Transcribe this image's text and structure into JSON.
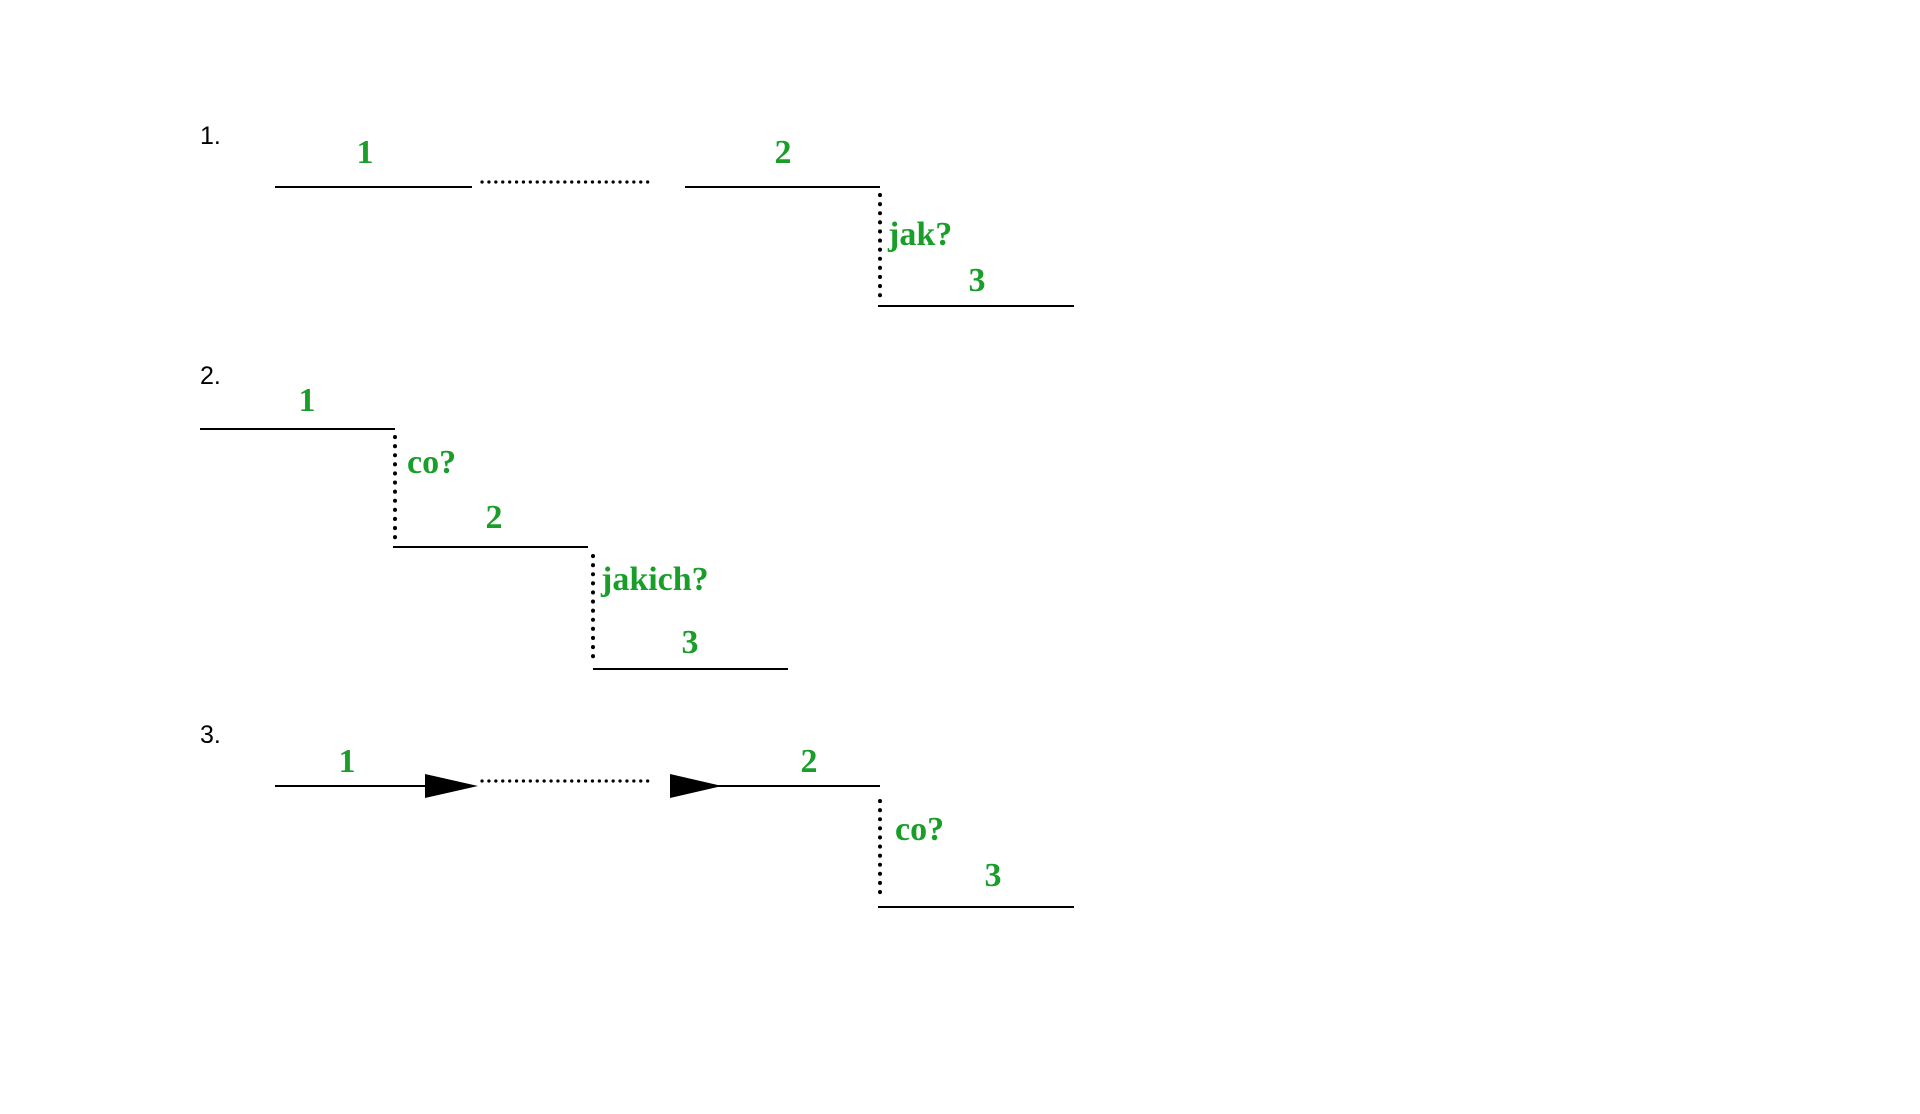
{
  "colors": {
    "label_green": "#1a9e2a",
    "line": "#000000"
  },
  "diagrams": [
    {
      "number": "1.",
      "slot_labels": [
        "1",
        "2",
        "3"
      ],
      "questions": [
        "jak?"
      ]
    },
    {
      "number": "2.",
      "slot_labels": [
        "1",
        "2",
        "3"
      ],
      "questions": [
        "co?",
        "jakich?"
      ]
    },
    {
      "number": "3.",
      "slot_labels": [
        "1",
        "2",
        "3"
      ],
      "questions": [
        "co?"
      ]
    }
  ]
}
